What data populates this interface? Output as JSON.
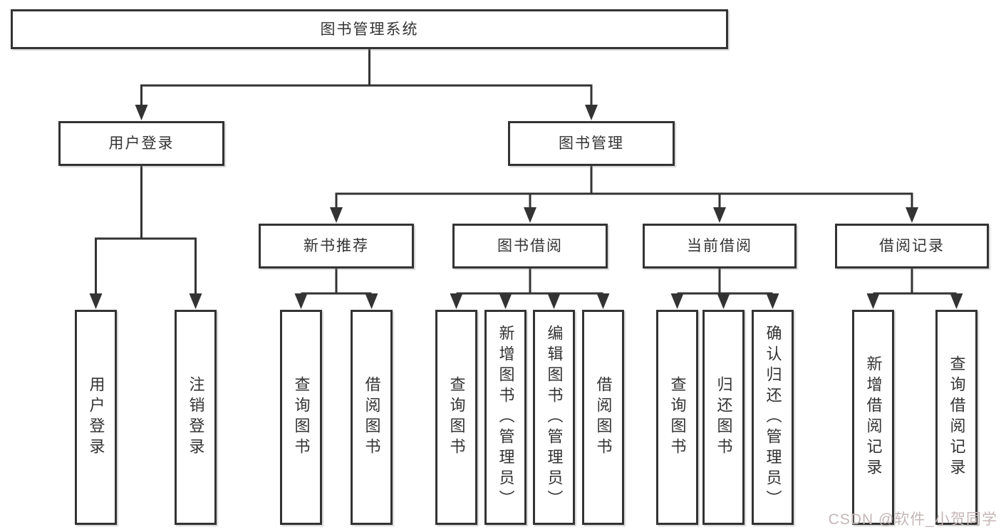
{
  "diagram": {
    "root": {
      "label": "图书管理系统",
      "children": [
        {
          "label": "用户登录",
          "children": [
            {
              "label": "用户登录"
            },
            {
              "label": "注销登录"
            }
          ]
        },
        {
          "label": "图书管理",
          "children": [
            {
              "label": "新书推荐",
              "children": [
                {
                  "label": "查询图书"
                },
                {
                  "label": "借阅图书"
                }
              ]
            },
            {
              "label": "图书借阅",
              "children": [
                {
                  "label": "查询图书"
                },
                {
                  "label": "新增图书（管理员）"
                },
                {
                  "label": "编辑图书（管理员）"
                },
                {
                  "label": "借阅图书"
                }
              ]
            },
            {
              "label": "当前借阅",
              "children": [
                {
                  "label": "查询图书"
                },
                {
                  "label": "归还图书"
                },
                {
                  "label": "确认归还（管理员）"
                }
              ]
            },
            {
              "label": "借阅记录",
              "children": [
                {
                  "label": "新增借阅记录"
                },
                {
                  "label": "查询借阅记录"
                }
              ]
            }
          ]
        }
      ]
    }
  },
  "watermark": "CSDN @软件_小贺同学",
  "colors": {
    "line": "#333333",
    "text": "#333333",
    "background": "#ffffff",
    "watermark": "#c5b6b6"
  }
}
